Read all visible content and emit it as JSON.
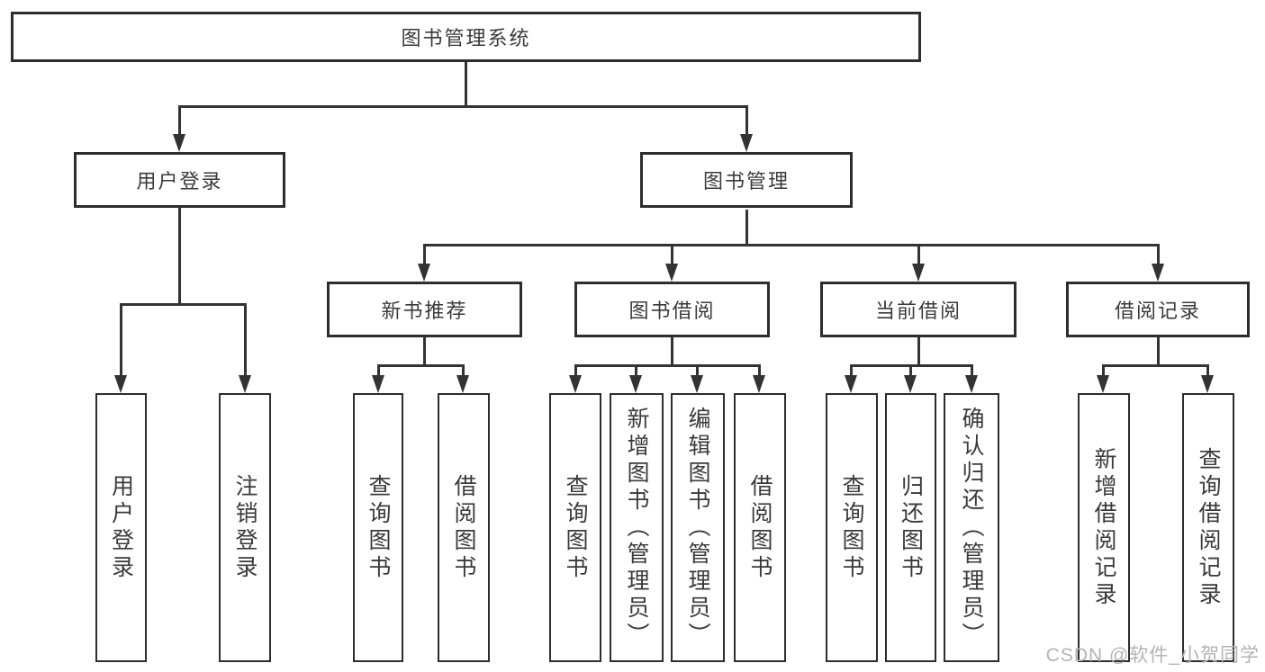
{
  "tree": {
    "root": {
      "label": "图书管理系统"
    },
    "level2": [
      {
        "label": "用户登录",
        "children": [
          {
            "label": "用户登录"
          },
          {
            "label": "注销登录"
          }
        ]
      },
      {
        "label": "图书管理",
        "children": [
          {
            "label": "新书推荐",
            "children": [
              {
                "label": "查询图书"
              },
              {
                "label": "借阅图书"
              }
            ]
          },
          {
            "label": "图书借阅",
            "children": [
              {
                "label": "查询图书"
              },
              {
                "label": "新增图书（管理员）"
              },
              {
                "label": "编辑图书（管理员）"
              },
              {
                "label": "借阅图书"
              }
            ]
          },
          {
            "label": "当前借阅",
            "children": [
              {
                "label": "查询图书"
              },
              {
                "label": "归还图书"
              },
              {
                "label": "确认归还（管理员）"
              }
            ]
          },
          {
            "label": "借阅记录",
            "children": [
              {
                "label": "新增借阅记录"
              },
              {
                "label": "查询借阅记录"
              }
            ]
          }
        ]
      }
    ]
  },
  "watermark": {
    "text": "CSDN @软件_小贺同学",
    "color": "#b3b3b3"
  },
  "colors": {
    "line": "#333333",
    "border": "#2d2d2d",
    "text": "#3a3a3a",
    "background": "#ffffff"
  }
}
